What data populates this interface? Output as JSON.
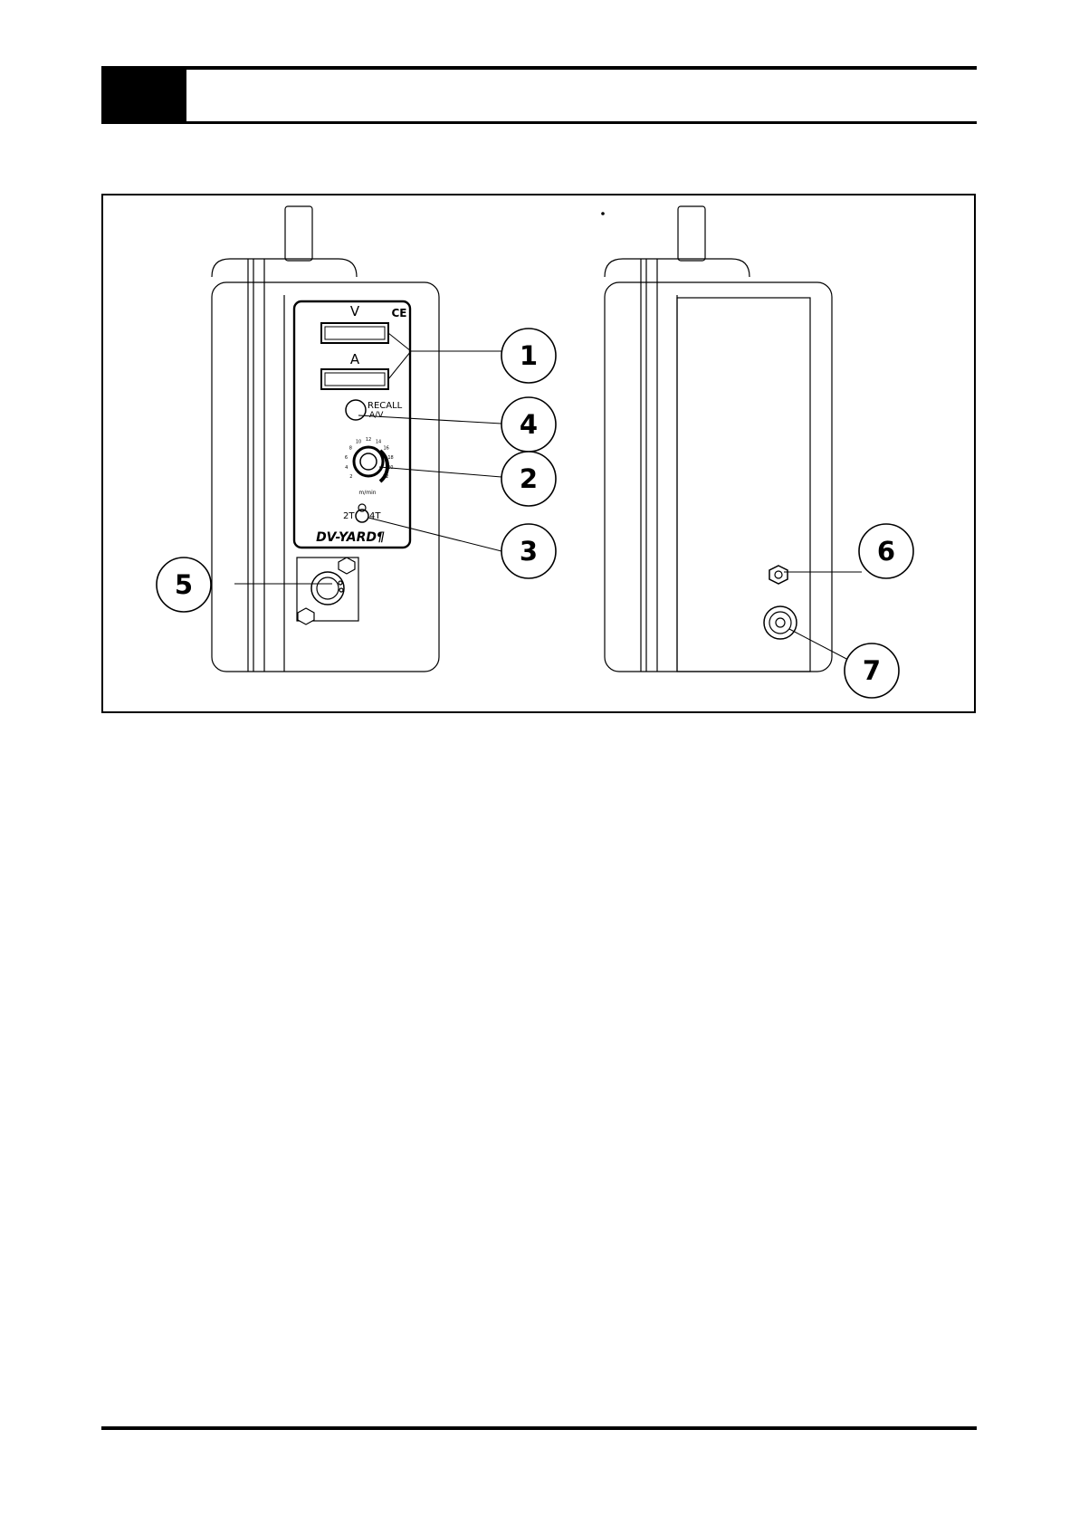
{
  "header": {
    "section_block_color": "#000000"
  },
  "figure": {
    "front_panel": {
      "display_v_label": "V",
      "display_a_label": "A",
      "ce_mark": "CE",
      "recall_label_line1": "RECALL",
      "recall_label_line2": "A/V",
      "knob_unit_label": "m/min",
      "knob_scale": [
        "2",
        "4",
        "6",
        "8",
        "10",
        "12",
        "14",
        "16",
        "18",
        "20",
        "22"
      ],
      "switch_left_label": "2T",
      "switch_right_label": "4T",
      "brand": "DV-YARD¶"
    },
    "callouts": [
      "1",
      "4",
      "2",
      "3",
      "5",
      "6",
      "7"
    ]
  }
}
